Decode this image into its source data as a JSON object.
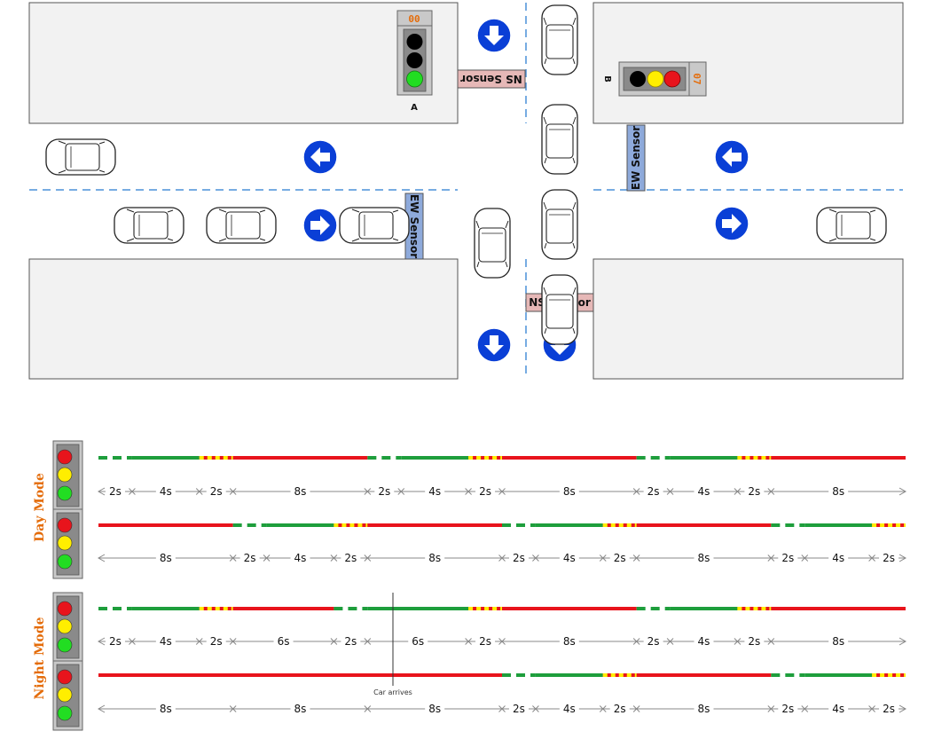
{
  "intersection": {
    "sensors": {
      "ns_top": "NS Sensor",
      "ns_bottom": "NS Sensor",
      "ew_left": "EW Sensor",
      "ew_right": "EW Sensor"
    },
    "light_a": {
      "label": "A",
      "counter": "00",
      "state": "green"
    },
    "light_b": {
      "label": "B",
      "counter": "07",
      "state": "red"
    }
  },
  "colors": {
    "green": "#1e9e3c",
    "yellow": "#ffee00",
    "red": "#e8141c",
    "sign_blue": "#0a3fd6",
    "counter_orange": "#e46c0a",
    "sensor_ns": "#e6b8b7",
    "sensor_ew": "#8eaadb"
  },
  "timing": {
    "day_mode": {
      "label": "Day Mode",
      "row1": [
        "2s",
        "4s",
        "2s",
        "8s",
        "2s",
        "4s",
        "2s",
        "8s",
        "2s",
        "4s",
        "2s",
        "8s"
      ],
      "row2": [
        "8s",
        "2s",
        "4s",
        "2s",
        "8s",
        "2s",
        "4s",
        "2s",
        "8s",
        "2s",
        "4s",
        "2s"
      ]
    },
    "night_mode": {
      "label": "Night Mode",
      "row1": [
        "2s",
        "4s",
        "2s",
        "6s",
        "2s",
        "6s",
        "2s",
        "8s",
        "2s",
        "4s",
        "2s",
        "8s"
      ],
      "row2": [
        "8s",
        "8s",
        "8s",
        "2s",
        "4s",
        "2s",
        "8s",
        "2s",
        "4s",
        "2s"
      ],
      "annotation": "Car arrives"
    }
  }
}
